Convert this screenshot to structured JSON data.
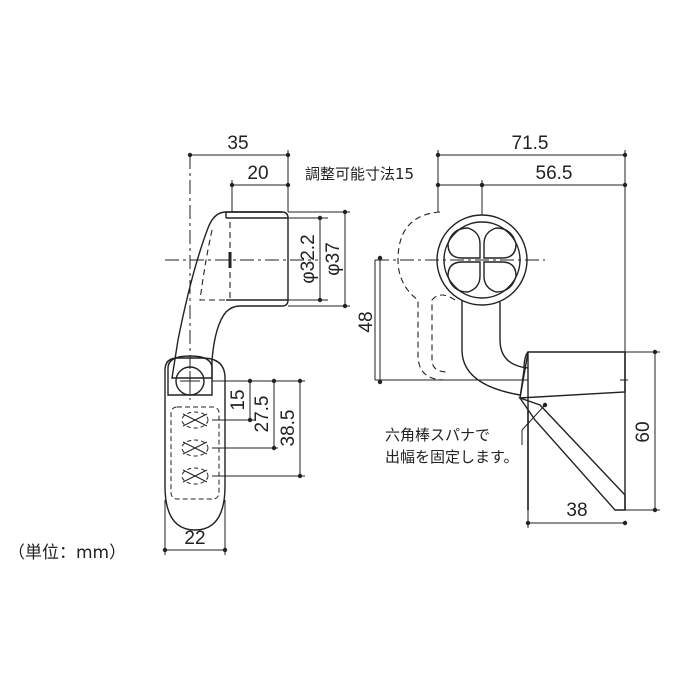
{
  "unit_label": "（単位：mm）",
  "side_view": {
    "dim_width_total": "35",
    "dim_width_inner": "20",
    "dim_dia_inner": "φ32.2",
    "dim_dia_outer": "φ37",
    "dim_15": "15",
    "dim_27_5": "27.5",
    "dim_38_5": "38.5",
    "dim_base_width": "22"
  },
  "front_view": {
    "dim_71_5": "71.5",
    "dim_56_5": "56.5",
    "adjust_label": "調整可能寸法15",
    "dim_48": "48",
    "dim_60": "60",
    "dim_38": "38",
    "note_line1": "六角棒スパナで",
    "note_line2": "出幅を固定します。"
  }
}
